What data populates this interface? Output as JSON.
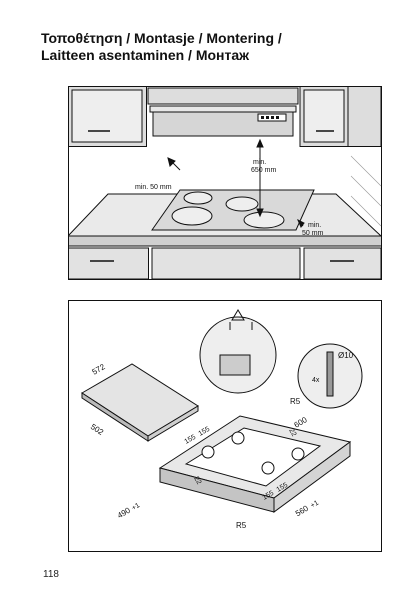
{
  "header": {
    "title_line1": "Τοποθέτηση / Montasje /  Montering /",
    "title_line2": "Laitteen asentaminen  / Монтаж"
  },
  "figure1": {
    "labels": {
      "min_650": "min.",
      "min_650_b": "650 mm",
      "min_50_left": "min. 50 mm",
      "min_50_right": "min.",
      "min_50_right_b": "50 mm"
    }
  },
  "figure2": {
    "labels": {
      "dim_572": "572",
      "dim_502": "502",
      "dim_600": "600",
      "r5_top": "R5",
      "r5_bottom": "R5",
      "dim_155_a": "155",
      "dim_155_b": "155",
      "dim_155_c": "155",
      "dim_155_d": "155",
      "dim_22_a": "22",
      "dim_22_b": "22",
      "dim_490": "490",
      "dim_490_tol": "+1",
      "dim_560": "560",
      "dim_560_tol": "+1",
      "screw_count": "4x",
      "diameter": "Ø10"
    }
  },
  "footer": {
    "page_number": "118"
  }
}
